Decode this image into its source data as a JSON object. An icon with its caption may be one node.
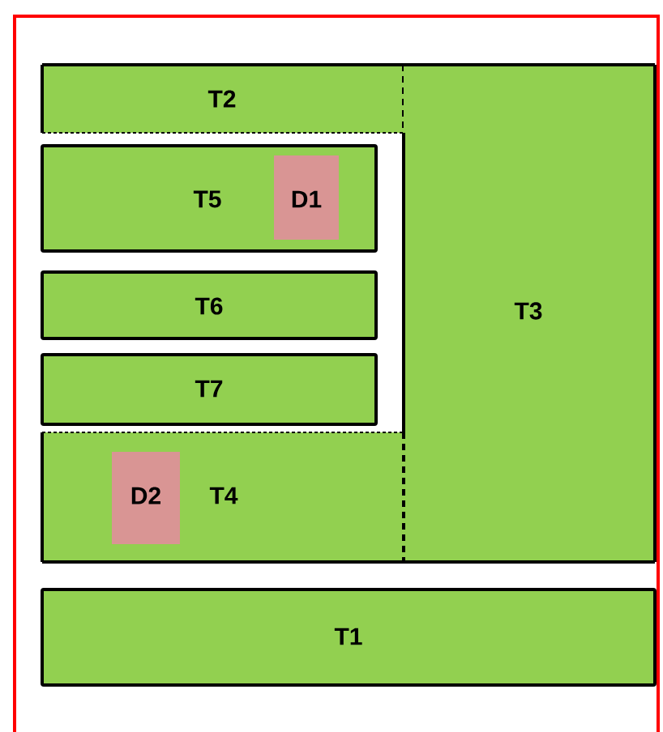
{
  "diagram": {
    "nodes": [
      {
        "text": [
          "T2"
        ]
      },
      {
        "text": [
          "T5"
        ]
      },
      {
        "text": [
          "D1"
        ],
        "in": 1
      },
      {
        "text": [
          "T6"
        ]
      },
      {
        "text": [
          "T7"
        ]
      },
      {
        "text": [
          "T3"
        ]
      },
      {
        "text": [
          "D2"
        ],
        "in": 7
      },
      {
        "text": [
          "T4"
        ]
      },
      {
        "text": [
          "T1"
        ]
      }
    ]
  }
}
